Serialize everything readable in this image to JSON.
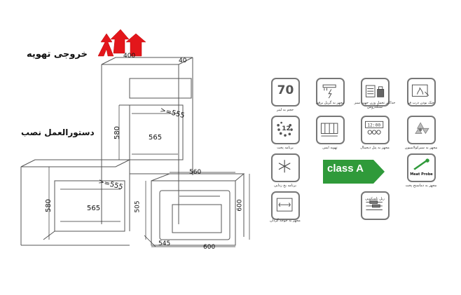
{
  "titles": {
    "vent_exhaust": "خروجی تهویه",
    "install_guide": "دستورالعمل نصب"
  },
  "dimensions": {
    "top_width": "400",
    "top_depth": "40",
    "upper_inner_width": ">=555",
    "upper_height": "580",
    "upper_bottom_width": "565",
    "lower_inner_width": ">=555",
    "lower_height": "580",
    "lower_bottom_width": "565",
    "oven_top_width": "560",
    "oven_height_left": "505",
    "oven_height_right": "600",
    "oven_depth": "545",
    "oven_width": "600"
  },
  "features": [
    {
      "id": "capacity",
      "value": "70",
      "caption": "حجم به لیتر"
    },
    {
      "id": "grill",
      "caption": "مجهز به گریل برقی"
    },
    {
      "id": "rack",
      "caption": "حداکثر تحمل وزن جهت سبز سنگدروش"
    },
    {
      "id": "door",
      "caption": "خنک بودن درب فر"
    },
    {
      "id": "programs",
      "value": "12",
      "caption": "برنامه پخت"
    },
    {
      "id": "safety",
      "caption": "تهویه ایمن"
    },
    {
      "id": "digital",
      "caption": "مجهز به پنل دیجیتال"
    },
    {
      "id": "fan",
      "caption": "مجهز به سیرکولاسیون"
    },
    {
      "id": "defrost",
      "caption": "برنامه یخ زدایی"
    },
    {
      "id": "probe",
      "label": "Meat Probe",
      "caption": "مجهز به دماسنج پخت"
    },
    {
      "id": "rotisserie",
      "caption": "مجهز به جوجه گردان"
    },
    {
      "id": "glass",
      "caption": "ریل تلسکوپی"
    }
  ],
  "energy": {
    "label": "class A"
  },
  "colors": {
    "arrow_red": "#e3161b",
    "energy_green": "#2f9a3a",
    "icon_border": "#777777",
    "icon_green": "#2f9a3a"
  }
}
